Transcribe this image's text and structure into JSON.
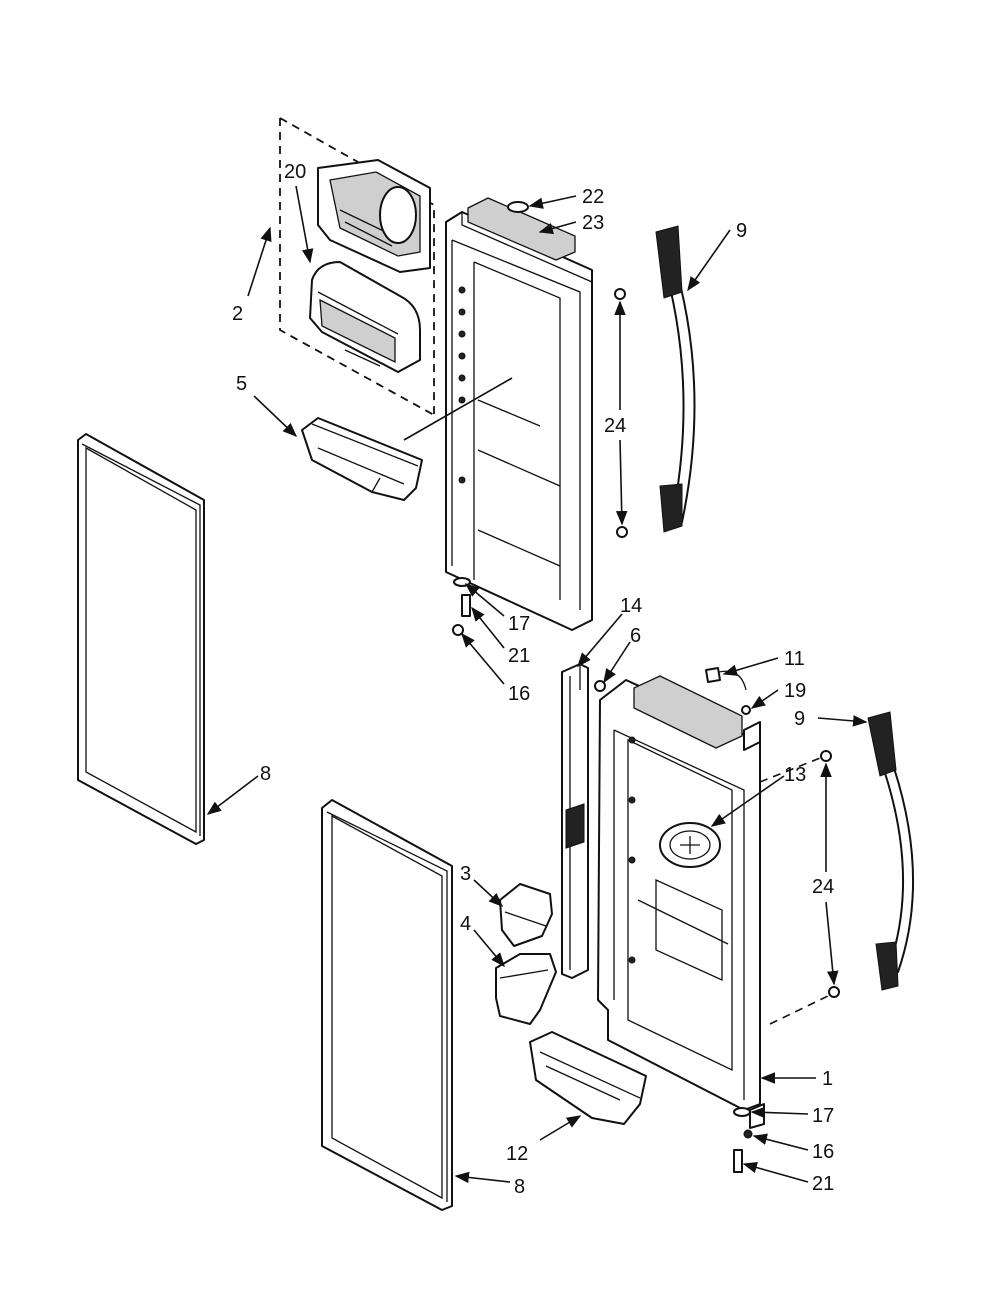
{
  "callouts": {
    "c1": "1",
    "c2": "2",
    "c3": "3",
    "c4": "4",
    "c5": "5",
    "c6": "6",
    "c8a": "8",
    "c8b": "8",
    "c9a": "9",
    "c9b": "9",
    "c11": "11",
    "c12": "12",
    "c13": "13",
    "c14": "14",
    "c16a": "16",
    "c16b": "16",
    "c17a": "17",
    "c17b": "17",
    "c19": "19",
    "c20": "20",
    "c21a": "21",
    "c21b": "21",
    "c22": "22",
    "c23": "23",
    "c24a": "24",
    "c24b": "24"
  }
}
